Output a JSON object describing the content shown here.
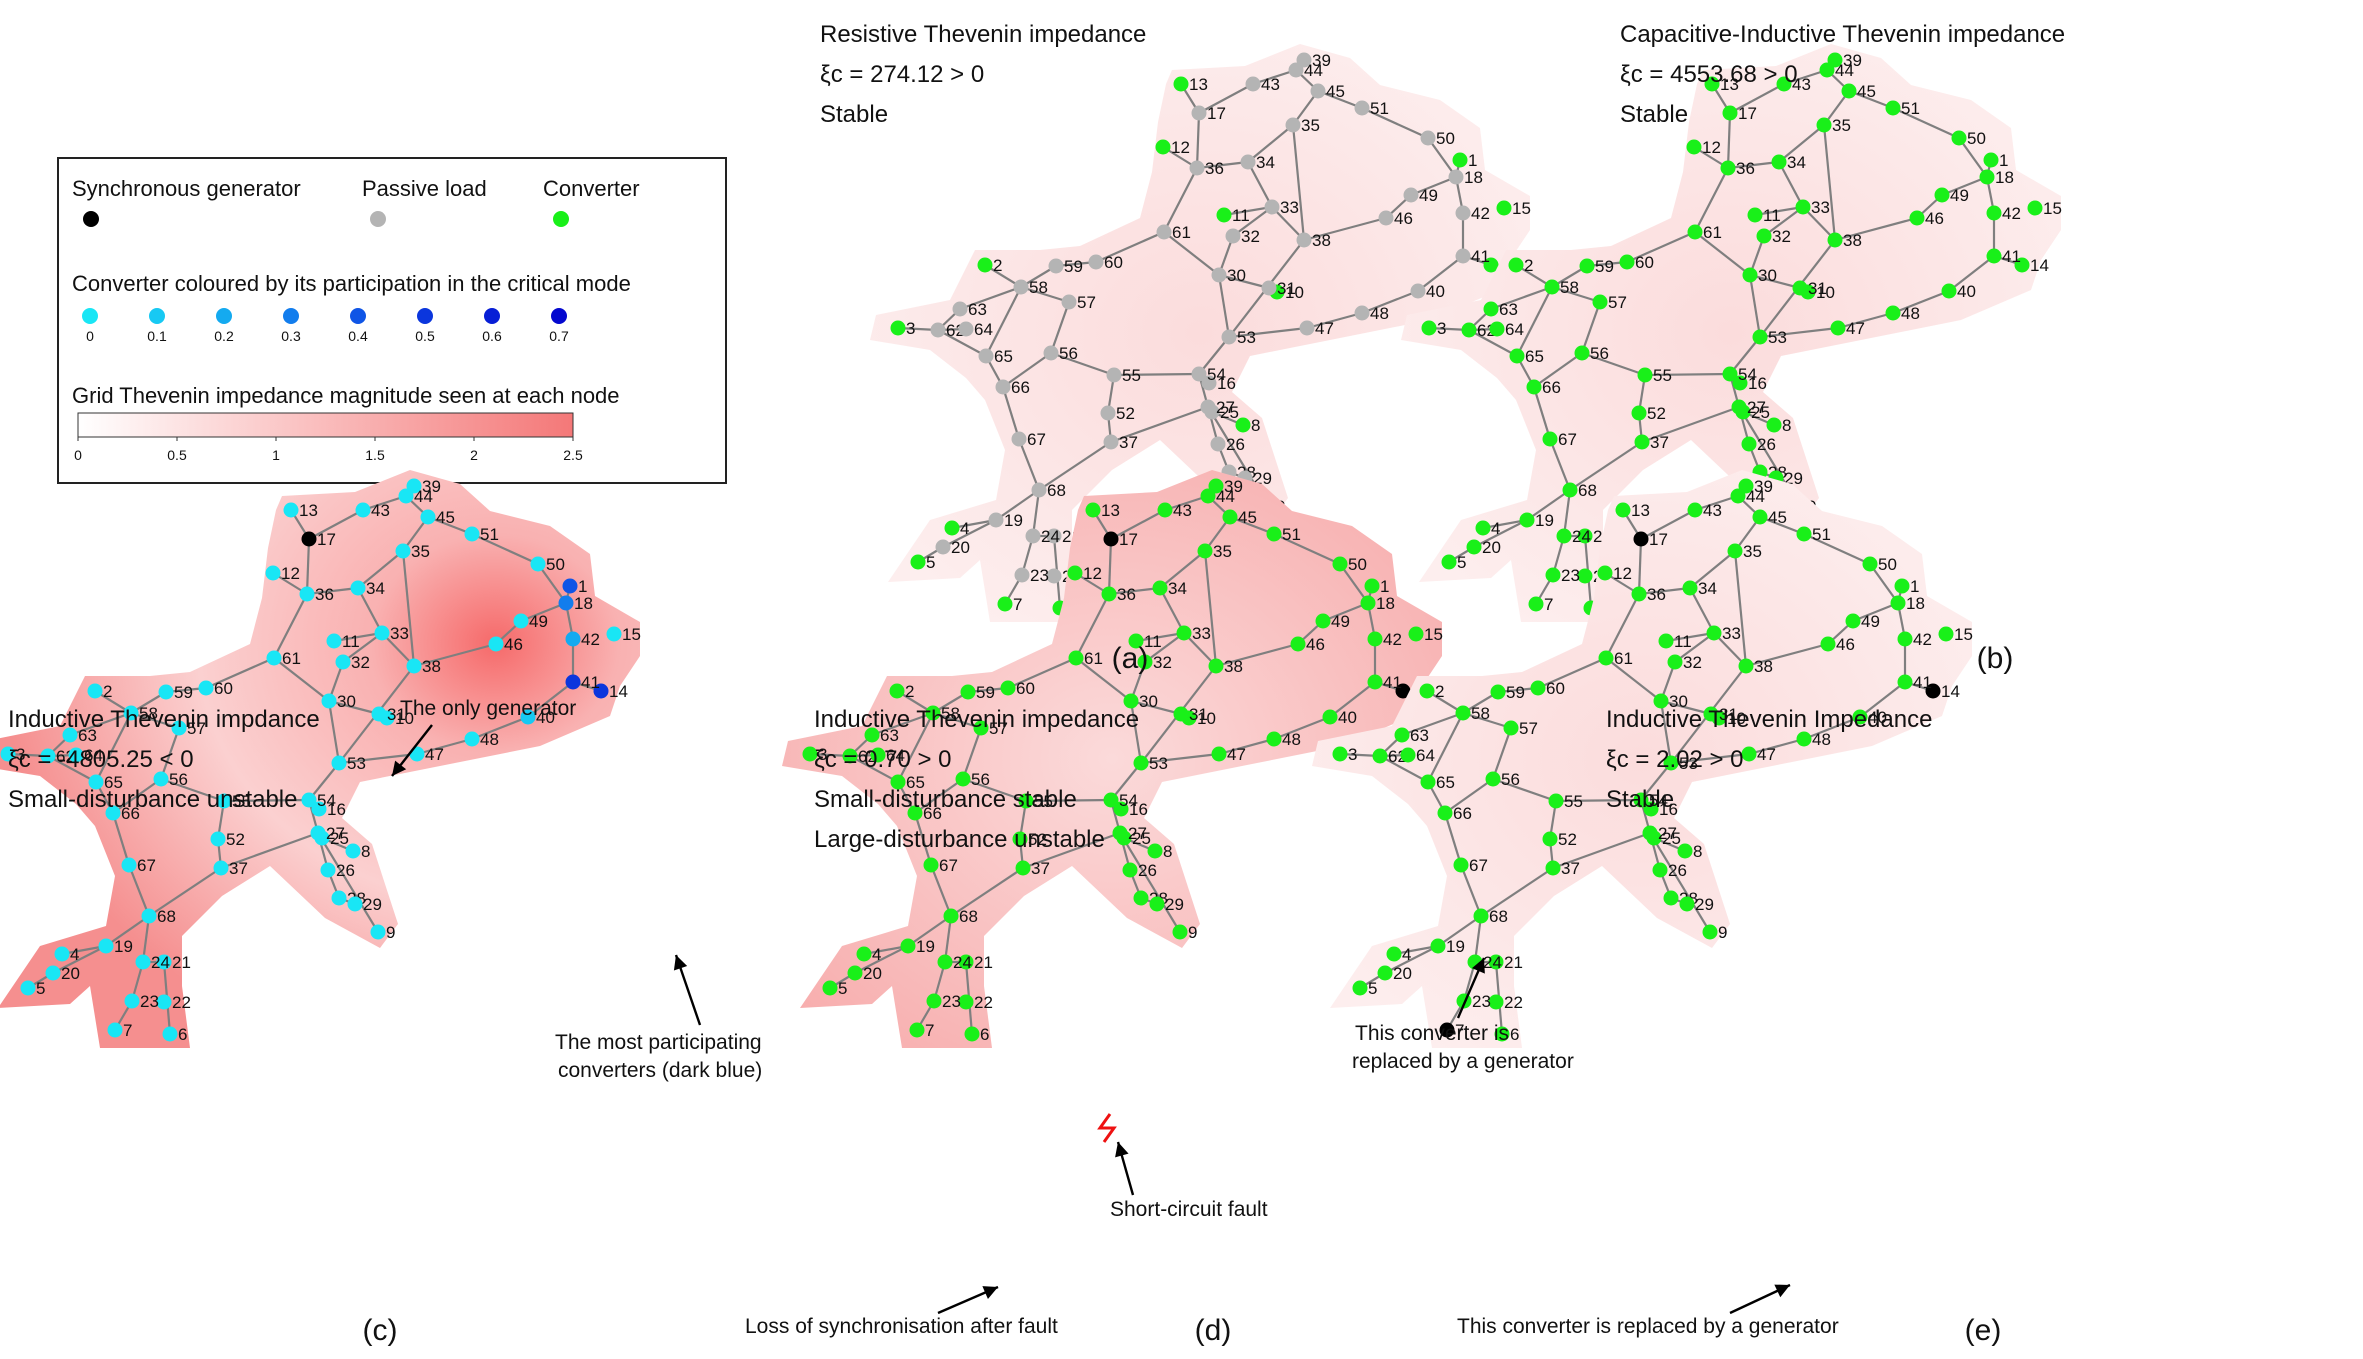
{
  "colors": {
    "generator": "#000000",
    "passive_load": "#b4b4b4",
    "converter": "#19f019",
    "edge": "#7f7f7f",
    "fault": "#ee1111",
    "participation": [
      "#19e6f5",
      "#17c9f3",
      "#14aaf0",
      "#127ded",
      "#0f55e6",
      "#0b36dd",
      "#071ed6",
      "#0408cf"
    ],
    "impedance_low": "#ffffff",
    "impedance_high": "#f47878"
  },
  "legend": {
    "sync_gen": "Synchronous generator",
    "passive_load": "Passive load",
    "converter": "Converter",
    "participation_title": "Converter coloured by its participation in the critical mode",
    "participation_ticks": [
      "0",
      "0.1",
      "0.2",
      "0.3",
      "0.4",
      "0.5",
      "0.6",
      "0.7"
    ],
    "impedance_title": "Grid Thevenin impedance magnitude seen at each node",
    "impedance_ticks": [
      "0",
      "0.5",
      "1",
      "1.5",
      "2",
      "2.5"
    ]
  },
  "panels": [
    {
      "label": "(a)",
      "lines": [
        "Resistive Thevenin impedance",
        "ξc = 274.12 > 0",
        "Stable"
      ]
    },
    {
      "label": "(b)",
      "lines": [
        "Capacitive-Inductive Thevenin impedance",
        "ξc = 4553.68 > 0",
        "Stable"
      ]
    },
    {
      "label": "(c)",
      "lines": [
        "Inductive Thevenin impdance",
        "ξc = -4805.25 < 0",
        "Small-disturbance unstable"
      ],
      "annotations": [
        "The only generator",
        "The most participating",
        "converters (dark blue)"
      ]
    },
    {
      "label": "(d)",
      "lines": [
        "Inductive Thevenin impedance",
        "ξc = 0.70 > 0",
        "Small-disturbance stable",
        "Large-disturbance unstable"
      ],
      "annotations": [
        "This converter is",
        "replaced by a generator",
        "Short-circuit fault",
        "Loss of synchronisation after fault"
      ]
    },
    {
      "label": "(e)",
      "lines": [
        "Inductive Thevenin Impedance",
        "ξc = 2.02 > 0",
        "Stable"
      ],
      "annotations": [
        "This converter is replaced by a generator"
      ]
    }
  ],
  "network": {
    "node_labels": [
      "1",
      "2",
      "3",
      "4",
      "5",
      "6",
      "7",
      "8",
      "9",
      "10",
      "11",
      "12",
      "13",
      "14",
      "15",
      "16",
      "17",
      "18",
      "19",
      "20",
      "21",
      "22",
      "23",
      "24",
      "25",
      "26",
      "27",
      "28",
      "29",
      "30",
      "31",
      "32",
      "33",
      "34",
      "35",
      "36",
      "37",
      "38",
      "39",
      "40",
      "41",
      "42",
      "43",
      "44",
      "45",
      "46",
      "47",
      "48",
      "49",
      "50",
      "51",
      "52",
      "53",
      "54",
      "55",
      "56",
      "57",
      "58",
      "59",
      "60",
      "61",
      "62",
      "63",
      "64",
      "65",
      "66",
      "67",
      "68"
    ]
  }
}
